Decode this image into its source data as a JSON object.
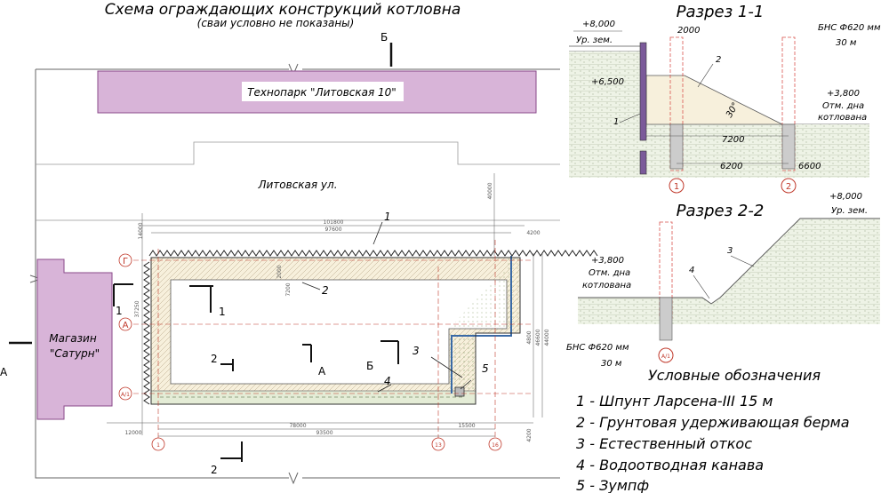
{
  "plan": {
    "title": "Схема ограждающих конструкций котловна",
    "subtitle": "(сваи условно не показаны)",
    "technopark": "Технопарк \"Литовская 10\"",
    "street": "Литовская ул.",
    "shop_line1": "Магазин",
    "shop_line2": "\"Сатурн\"",
    "sec_B": "Б",
    "sec_A": "А",
    "sec_1": "1",
    "sec_2": "2",
    "callout_1": "1",
    "callout_2": "2",
    "callout_3": "3",
    "callout_4": "4",
    "callout_5": "5",
    "dims": {
      "d101800": "101800",
      "d97600": "97600",
      "d14000": "14000",
      "d4200a": "4200",
      "d40000": "40000",
      "d2000": "2000",
      "d7200": "7200",
      "d37250": "37250",
      "d4800": "4800",
      "d46600": "46600",
      "d44000": "44000",
      "d12000": "12000",
      "d78000": "78000",
      "d93500": "93500",
      "d15500": "15500",
      "d4200b": "4200"
    },
    "axes": {
      "G": "Г",
      "A": "А",
      "A1": "А/1",
      "x1": "1",
      "x13": "13",
      "x16": "16"
    }
  },
  "section11": {
    "title": "Разрез 1-1",
    "elev_top": "+8,000",
    "ground": "Ур. зем.",
    "dim2000": "2000",
    "bns": "БНС Ф620 мм",
    "bns_len": "30 м",
    "elev_berm": "+6,500",
    "label2": "2",
    "elev_bottom": "+3,800",
    "bottom_label1": "Отм. дна",
    "bottom_label2": "котлована",
    "angle": "30°",
    "label1": "1",
    "dim7200": "7200",
    "dim6200": "6200",
    "dim6600": "6600",
    "axis1": "1",
    "axis2": "2"
  },
  "section22": {
    "title": "Разрез 2-2",
    "elev_top": "+8,000",
    "ground": "Ур. зем.",
    "elev_bottom": "+3,800",
    "bottom_label1": "Отм. дна",
    "bottom_label2": "котлована",
    "label3": "3",
    "label4": "4",
    "bns": "БНС Ф620 мм",
    "bns_len": "30 м",
    "axis": "А/1"
  },
  "legend": {
    "title": "Условные обозначения",
    "items": [
      "1 - Шпунт Ларсена-III 15 м",
      "2 - Грунтовая удерживающая берма",
      "3 - Естественный откос",
      "4 - Водоотводная канава",
      "5 - Зумпф"
    ]
  },
  "colors": {
    "purple_fill": "#d8b4d8",
    "purple_stroke": "#8a4a8a",
    "berm_fill": "#f7f0dc",
    "ditch_fill": "#e4ecd6",
    "axis_red": "#c0392b",
    "pile_red": "#d9544f",
    "sheet_pile": "#7b5a9a"
  }
}
